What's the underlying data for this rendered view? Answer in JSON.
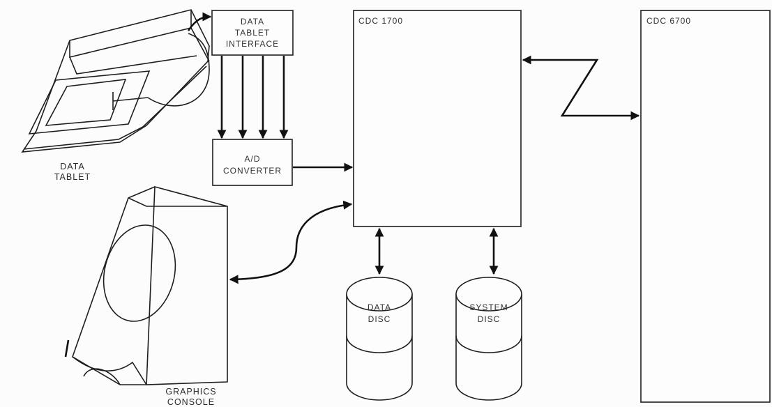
{
  "diagram": {
    "data_tablet_interface": [
      "DATA",
      "TABLET",
      "INTERFACE"
    ],
    "ad_converter": [
      "A/D",
      "CONVERTER"
    ],
    "cdc_1700": "CDC 1700",
    "cdc_6700": "CDC 6700",
    "data_tablet": [
      "DATA",
      "TABLET"
    ],
    "graphics_console": [
      "GRAPHICS",
      "CONSOLE"
    ],
    "data_disc": [
      "DATA",
      "DISC"
    ],
    "system_disc": [
      "SYSTEM",
      "DISC"
    ]
  }
}
